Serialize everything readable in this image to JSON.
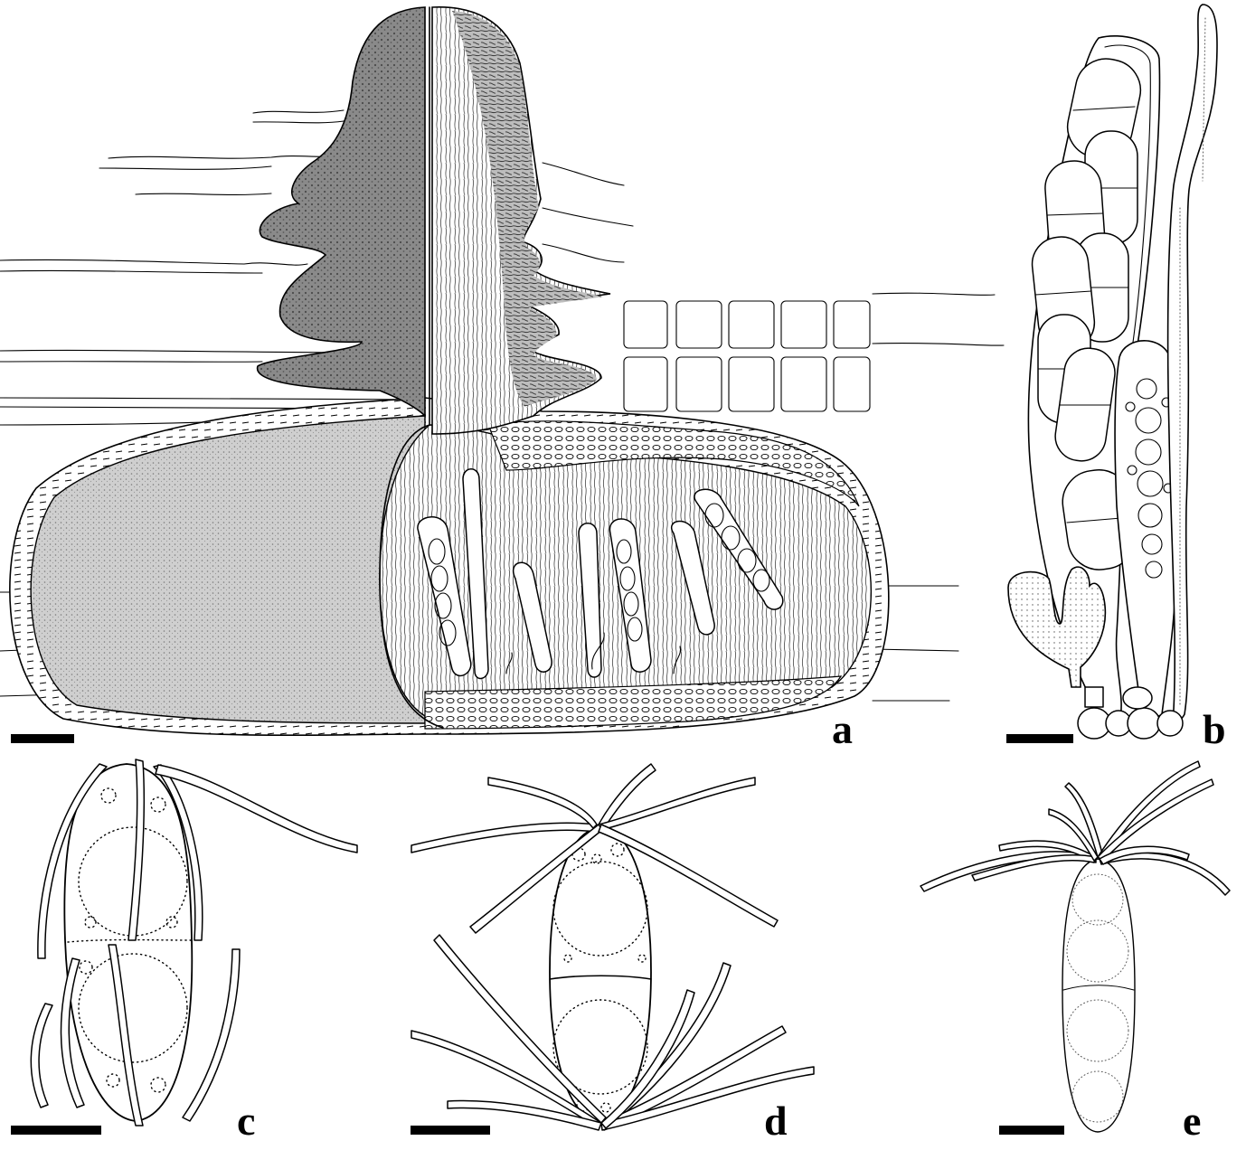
{
  "figure": {
    "panels": [
      {
        "id": "a",
        "label": "a"
      },
      {
        "id": "b",
        "label": "b"
      },
      {
        "id": "c",
        "label": "c"
      },
      {
        "id": "d",
        "label": "d"
      },
      {
        "id": "e",
        "label": "e"
      }
    ]
  },
  "colors": {
    "ink": "#000000",
    "paper": "#ffffff",
    "stipple_dark": "#6a6a6a",
    "stipple_light": "#d9d9d9"
  }
}
